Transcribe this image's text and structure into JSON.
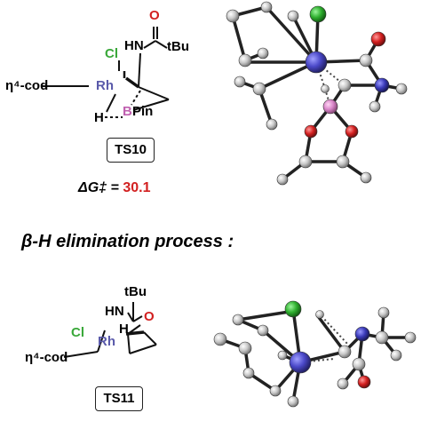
{
  "ts10": {
    "atoms": {
      "o": "O",
      "hn": "HN",
      "tbu": "tBu",
      "cl": "Cl",
      "cod": "η⁴-cod",
      "rh": "Rh",
      "h": "H",
      "b": "B",
      "pin": "Pin"
    },
    "label": "TS10",
    "delta_g_symbol": "ΔG‡ =",
    "delta_g_value": "30.1"
  },
  "section_heading": "β-H elimination process :",
  "ts11": {
    "atoms": {
      "tbu": "tBu",
      "hn": "HN",
      "o": "O",
      "h": "H",
      "cl": "Cl",
      "rh": "Rh",
      "cod": "η⁴-cod"
    },
    "label": "TS11"
  },
  "colors": {
    "rh": "#5a5aaa",
    "cl": "#3aa83a",
    "o": "#d22020",
    "b": "#d070c0",
    "n": "#3a3ab0",
    "value": "#d22020"
  }
}
